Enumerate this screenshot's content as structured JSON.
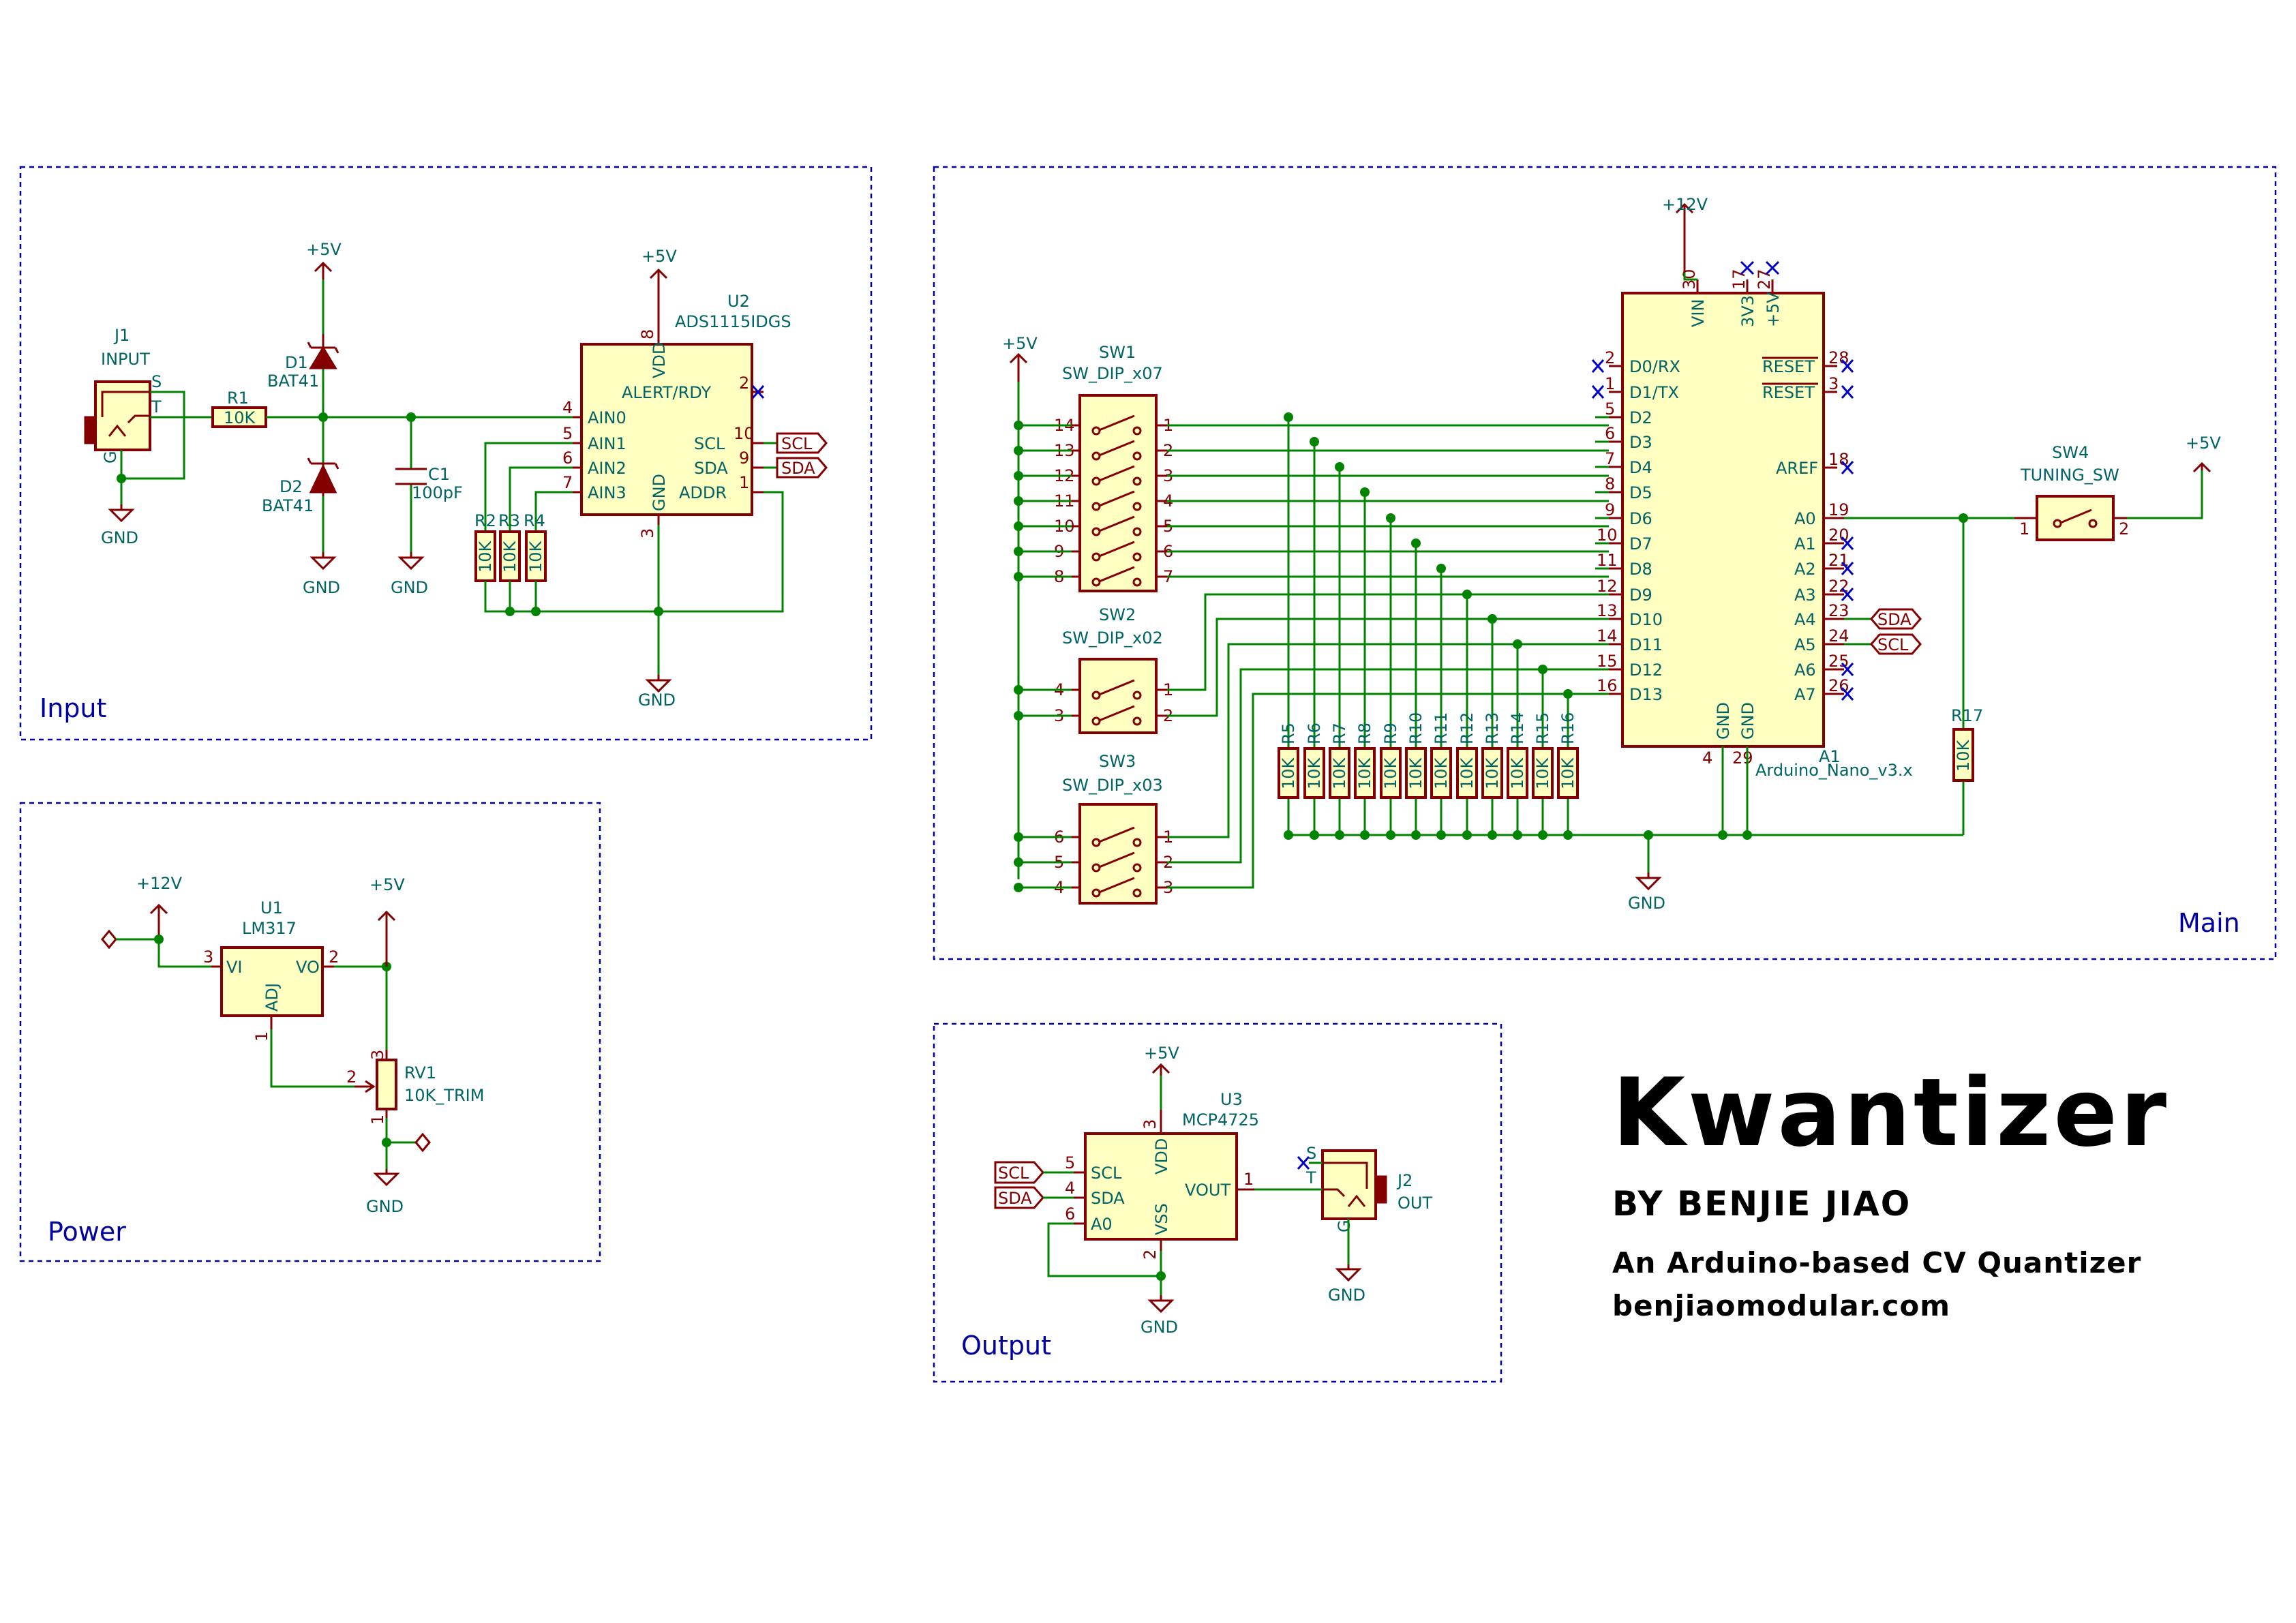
{
  "title": {
    "name": "Kwantizer",
    "author": "BY BENJIE JIAO",
    "tagline": "An Arduino-based CV Quantizer",
    "website": "benjiaomodular.com"
  },
  "sections": {
    "input": "Input",
    "power": "Power",
    "main": "Main",
    "output": "Output"
  },
  "rails": {
    "p5v": "+5V",
    "p12v": "+12V",
    "gnd": "GND"
  },
  "net_labels": {
    "scl": "SCL",
    "sda": "SDA"
  },
  "components": {
    "j1": {
      "ref": "J1",
      "value": "INPUT",
      "pins": [
        "S",
        "T",
        "G"
      ]
    },
    "r1": {
      "ref": "R1",
      "value": "10K"
    },
    "d1": {
      "ref": "D1",
      "value": "BAT41"
    },
    "d2": {
      "ref": "D2",
      "value": "BAT41"
    },
    "c1": {
      "ref": "C1",
      "value": "100pF"
    },
    "u2": {
      "ref": "U2",
      "value": "ADS1115IDGS",
      "pins": {
        "vdd": "VDD",
        "alert": "ALERT/RDY",
        "ain0": "AIN0",
        "ain1": "AIN1",
        "ain2": "AIN2",
        "ain3": "AIN3",
        "scl": "SCL",
        "sda": "SDA",
        "addr": "ADDR",
        "gnd": "GND"
      },
      "nums": [
        "8",
        "2",
        "4",
        "5",
        "6",
        "7",
        "10",
        "9",
        "1",
        "3"
      ]
    },
    "r2": {
      "ref": "R2",
      "value": "10K"
    },
    "r3": {
      "ref": "R3",
      "value": "10K"
    },
    "r4": {
      "ref": "R4",
      "value": "10K"
    },
    "u1": {
      "ref": "U1",
      "value": "LM317",
      "pins": {
        "vi": "VI",
        "vo": "VO",
        "adj": "ADJ"
      },
      "nums": [
        "3",
        "2",
        "1"
      ]
    },
    "rv1": {
      "ref": "RV1",
      "value": "10K_TRIM",
      "nums": [
        "3",
        "2",
        "1"
      ]
    },
    "sw1": {
      "ref": "SW1",
      "value": "SW_DIP_x07",
      "left": [
        "14",
        "13",
        "12",
        "11",
        "10",
        "9",
        "8"
      ],
      "right": [
        "1",
        "2",
        "3",
        "4",
        "5",
        "6",
        "7"
      ]
    },
    "sw2": {
      "ref": "SW2",
      "value": "SW_DIP_x02",
      "left": [
        "4",
        "3"
      ],
      "right": [
        "1",
        "2"
      ]
    },
    "sw3": {
      "ref": "SW3",
      "value": "SW_DIP_x03",
      "left": [
        "6",
        "5",
        "4"
      ],
      "right": [
        "1",
        "2",
        "3"
      ]
    },
    "a1": {
      "ref": "A1",
      "value": "Arduino_Nano_v3.x",
      "top": [
        {
          "name": "VIN",
          "num": "30"
        },
        {
          "name": "3V3",
          "num": "17"
        },
        {
          "name": "+5V",
          "num": "27"
        }
      ],
      "left": [
        {
          "name": "D0/RX",
          "num": "2"
        },
        {
          "name": "D1/TX",
          "num": "1"
        },
        {
          "name": "D2",
          "num": "5"
        },
        {
          "name": "D3",
          "num": "6"
        },
        {
          "name": "D4",
          "num": "7"
        },
        {
          "name": "D5",
          "num": "8"
        },
        {
          "name": "D6",
          "num": "9"
        },
        {
          "name": "D7",
          "num": "10"
        },
        {
          "name": "D8",
          "num": "11"
        },
        {
          "name": "D9",
          "num": "12"
        },
        {
          "name": "D10",
          "num": "13"
        },
        {
          "name": "D11",
          "num": "14"
        },
        {
          "name": "D12",
          "num": "15"
        },
        {
          "name": "D13",
          "num": "16"
        }
      ],
      "right_top": [
        {
          "name": "RESET",
          "num": "28"
        },
        {
          "name": "RESET",
          "num": "3"
        },
        {
          "name": "AREF",
          "num": "18"
        }
      ],
      "right": [
        {
          "name": "A0",
          "num": "19"
        },
        {
          "name": "A1",
          "num": "20"
        },
        {
          "name": "A2",
          "num": "21"
        },
        {
          "name": "A3",
          "num": "22"
        },
        {
          "name": "A4",
          "num": "23"
        },
        {
          "name": "A5",
          "num": "24"
        },
        {
          "name": "A6",
          "num": "25"
        },
        {
          "name": "A7",
          "num": "26"
        }
      ],
      "bottom": [
        {
          "name": "GND",
          "num": "4"
        },
        {
          "name": "GND",
          "num": "29"
        }
      ]
    },
    "pulldowns": {
      "refs": [
        "R5",
        "R6",
        "R7",
        "R8",
        "R9",
        "R10",
        "R11",
        "R12",
        "R13",
        "R14",
        "R15",
        "R16"
      ],
      "value": "10K"
    },
    "r17": {
      "ref": "R17",
      "value": "10K"
    },
    "sw4": {
      "ref": "SW4",
      "value": "TUNING_SW",
      "nums": [
        "1",
        "2"
      ]
    },
    "u3": {
      "ref": "U3",
      "value": "MCP4725",
      "pins": {
        "scl": "SCL",
        "sda": "SDA",
        "a0": "A0",
        "vdd": "VDD",
        "vss": "VSS",
        "vout": "VOUT"
      },
      "nums": [
        "5",
        "4",
        "6",
        "3",
        "2",
        "1"
      ]
    },
    "j2": {
      "ref": "J2",
      "value": "OUT",
      "pins": [
        "S",
        "T",
        "G"
      ]
    }
  },
  "colors": {
    "wire": "#008400",
    "part": "#840000",
    "body": "#ffffc2",
    "label": "#006464",
    "frame": "#0000a0"
  }
}
